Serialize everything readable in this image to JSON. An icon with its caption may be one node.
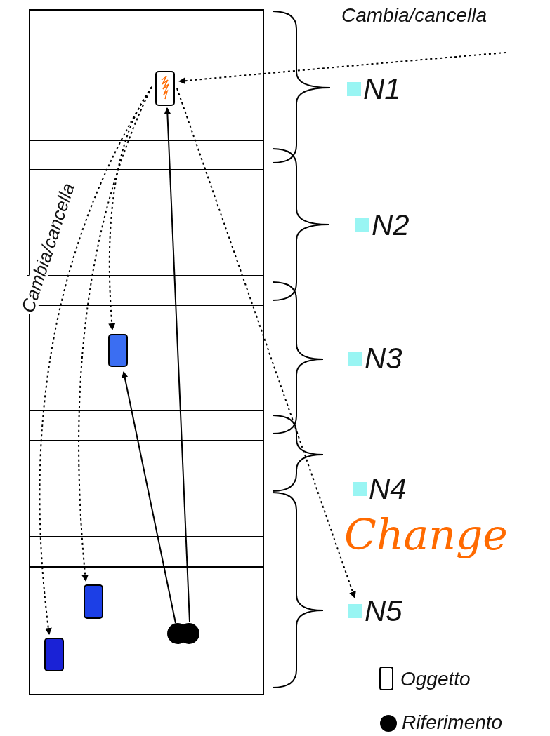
{
  "diagram": {
    "nodes": [
      {
        "text": [
          "Cambia/cancella"
        ]
      },
      {
        "text": [],
        "shape": "box"
      },
      {
        "text": [],
        "shape": "box"
      },
      {
        "text": [],
        "shape": "box"
      },
      {
        "text": [],
        "shape": "box"
      },
      {
        "text": [],
        "shape": "circle"
      },
      {
        "text": [
          "N1"
        ]
      },
      {
        "text": [
          "N2"
        ]
      },
      {
        "text": [
          "N3"
        ]
      },
      {
        "text": [
          "N4"
        ]
      },
      {
        "text": [
          "N5"
        ]
      }
    ],
    "edges": [
      {
        "from": 0,
        "to": 1,
        "arrow": "to",
        "style": "dashed"
      },
      {
        "from": 1,
        "to": 2,
        "arrow": "to",
        "style": "dashed"
      },
      {
        "from": 1,
        "to": 3,
        "arrow": "to",
        "style": "dashed"
      },
      {
        "from": 1,
        "to": 4,
        "arrow": "to",
        "style": "dashed",
        "label": "Cambia/cancella"
      },
      {
        "from": 5,
        "to": 1,
        "arrow": "to"
      },
      {
        "from": 5,
        "to": 2,
        "arrow": "to"
      },
      {
        "from": 1,
        "to": 10,
        "arrow": "to",
        "style": "dashed"
      }
    ],
    "labels": [
      "Change"
    ],
    "legend": [
      {
        "text": "Oggetto"
      },
      {
        "text": "Riferimento"
      }
    ]
  }
}
